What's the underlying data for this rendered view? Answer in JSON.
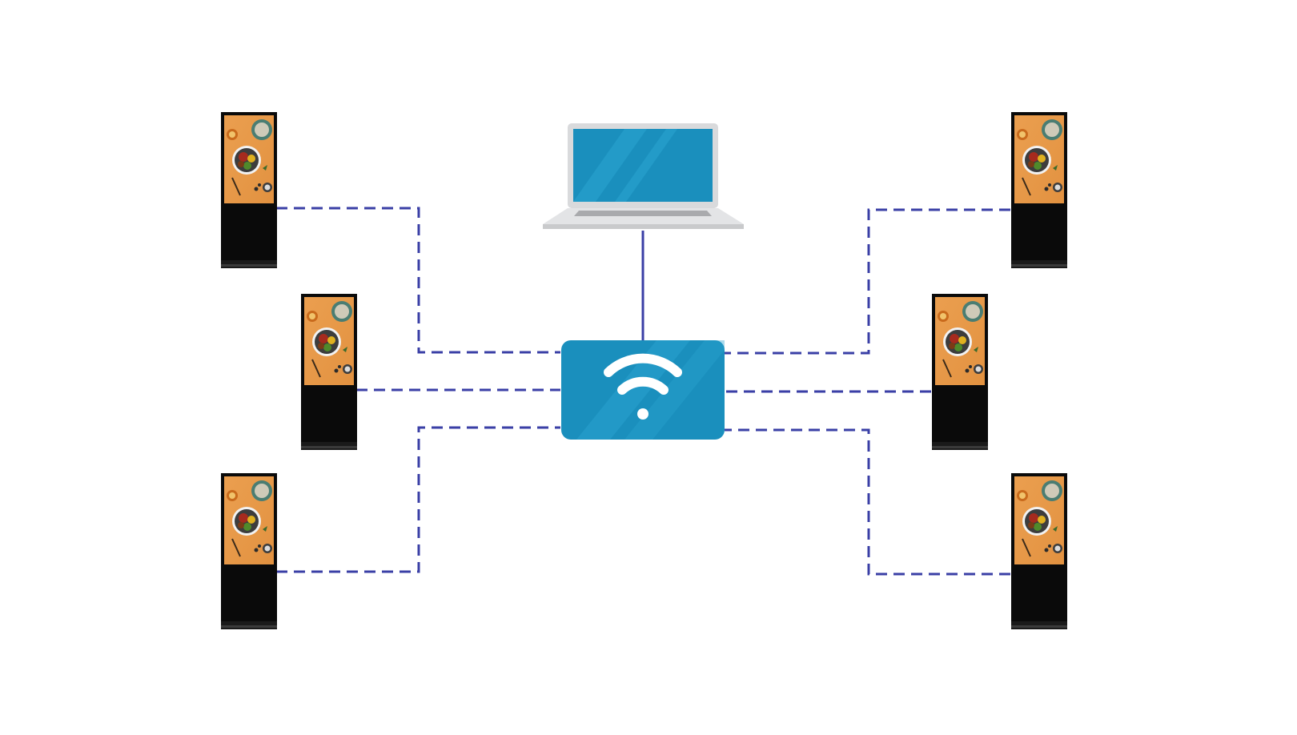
{
  "diagram": {
    "hub": {
      "icon": "wifi-icon",
      "color": "#1a8fbd"
    },
    "controller": {
      "icon": "laptop-icon",
      "screen_color": "#1a8fbd",
      "body_color": "#d9dadc"
    },
    "kiosks": [
      {
        "side": "left",
        "row": "top",
        "icon": "digital-signage-kiosk-icon"
      },
      {
        "side": "left",
        "row": "middle",
        "icon": "digital-signage-kiosk-icon"
      },
      {
        "side": "left",
        "row": "bottom",
        "icon": "digital-signage-kiosk-icon"
      },
      {
        "side": "right",
        "row": "top",
        "icon": "digital-signage-kiosk-icon"
      },
      {
        "side": "right",
        "row": "middle",
        "icon": "digital-signage-kiosk-icon"
      },
      {
        "side": "right",
        "row": "bottom",
        "icon": "digital-signage-kiosk-icon"
      }
    ],
    "connections": {
      "controller_to_hub": "solid",
      "hub_to_kiosks": "dashed",
      "line_color": "#3a3fa6"
    }
  }
}
